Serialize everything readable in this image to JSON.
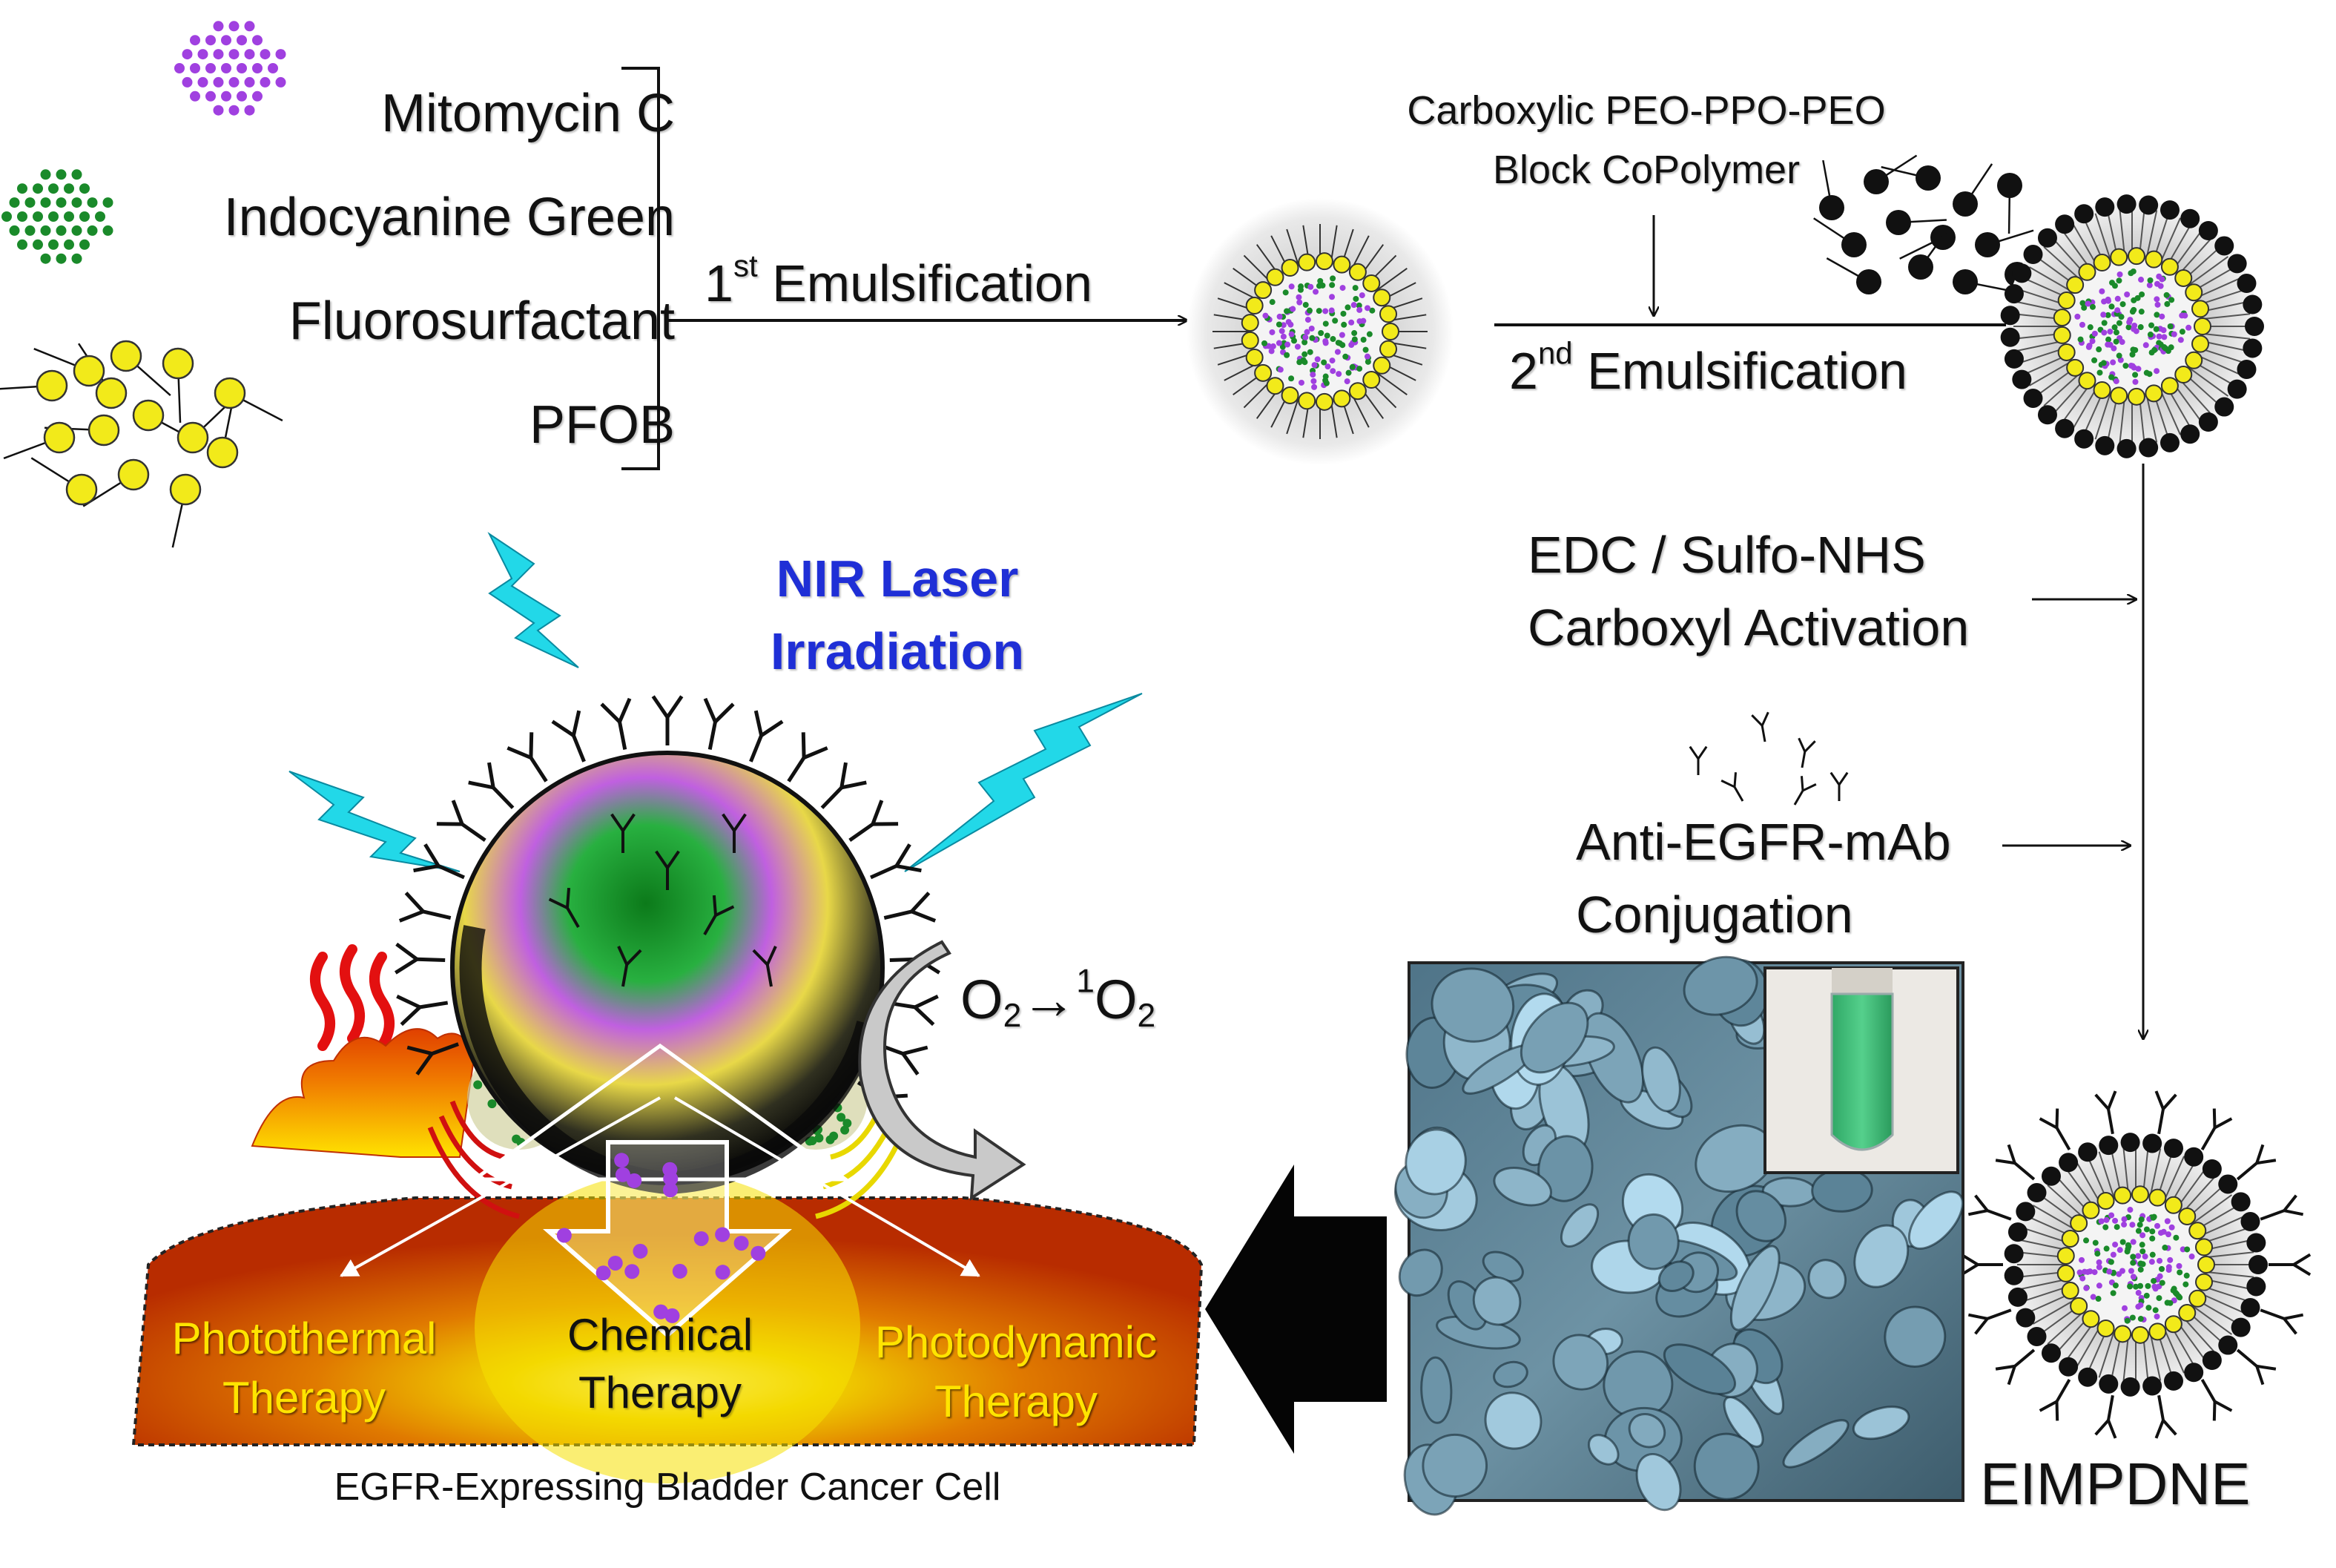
{
  "ingredients": {
    "item1": "Mitomycin C",
    "item2": "Indocyanine Green",
    "item3": "Fluorosurfactant",
    "item4": "PFOB"
  },
  "steps": {
    "first_emulsification": "Emulsification",
    "first_sup": "st",
    "first_num": "1",
    "copolymer_line1": "Carboxylic PEO-PPO-PEO",
    "copolymer_line2": "Block CoPolymer",
    "second_emulsification": "Emulsification",
    "second_sup": "nd",
    "second_num": "2",
    "activation_line1": "EDC / Sulfo-NHS",
    "activation_line2": "Carboxyl Activation",
    "conjugation_line1": "Anti-EGFR-mAb",
    "conjugation_line2": "Conjugation",
    "product_name": "EIMPDNE"
  },
  "laser": {
    "line1": "NIR Laser",
    "line2": "Irradiation"
  },
  "oxygen": {
    "o2": "O",
    "o2_sub": "2",
    "arrow": "→",
    "singlet_sup": "1",
    "singlet_o": "O",
    "singlet_sub": "2"
  },
  "therapies": {
    "photothermal_1": "Photothermal",
    "photothermal_2": "Therapy",
    "chemical_1": "Chemical",
    "chemical_2": "Therapy",
    "photodynamic_1": "Photodynamic",
    "photodynamic_2": "Therapy"
  },
  "cell_label": "EGFR-Expressing Bladder Cancer Cell",
  "colors": {
    "mitomycin": "#a040e0",
    "icg": "#1a8a2a",
    "fluorosurfactant": "#f2ea1a",
    "copolymer": "#111111",
    "laser": "#22d8e8",
    "nir_text": "#1f2fd6",
    "cell_outer": "#d84a00",
    "cell_core": "#f0d000",
    "vial_liquid": "#3fbf78",
    "sem_tint": "#7fa4b6"
  }
}
